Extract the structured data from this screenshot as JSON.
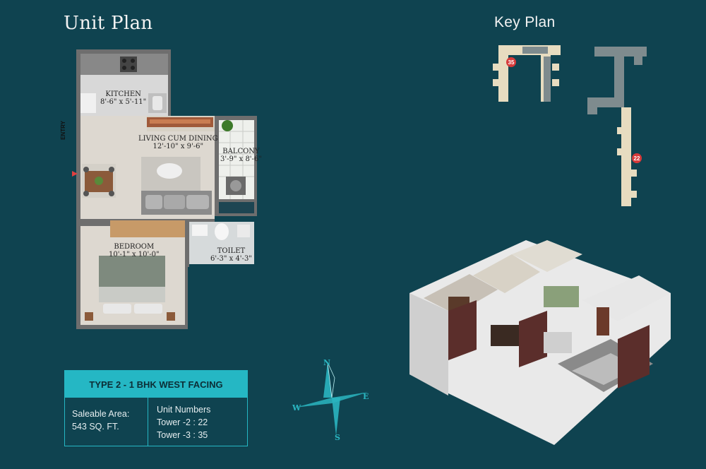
{
  "titles": {
    "unit_plan": "Unit Plan",
    "key_plan": "Key Plan"
  },
  "rooms": {
    "kitchen": {
      "name": "KITCHEN",
      "size": "8'-6\" x 5'-11\""
    },
    "living": {
      "name": "LIVING CUM DINING",
      "size": "12'-10\" x 9'-6\""
    },
    "balcony": {
      "name": "BALCONY",
      "size": "3'-9\" x 8'-6\""
    },
    "bedroom": {
      "name": "BEDROOM",
      "size": "10'-1\" x 10'-0\""
    },
    "toilet": {
      "name": "TOILET",
      "size": "6'-3\" x 4'-3\""
    },
    "entry": "ENTRY"
  },
  "info": {
    "type": "TYPE 2 - 1 BHK WEST FACING",
    "saleable_label": "Saleable Area:",
    "saleable_value": "543 SQ. FT.",
    "units_label": "Unit Numbers",
    "units": [
      "Tower -2 : 22",
      "Tower -3 : 35"
    ]
  },
  "key_plan": {
    "marker_a": "35",
    "marker_b": "22",
    "marker_color": "#d63a3a"
  },
  "compass": {
    "n": "N",
    "s": "S",
    "e": "E",
    "w": "W"
  },
  "colors": {
    "background": "#0f4350",
    "accent": "#25b7c4"
  }
}
